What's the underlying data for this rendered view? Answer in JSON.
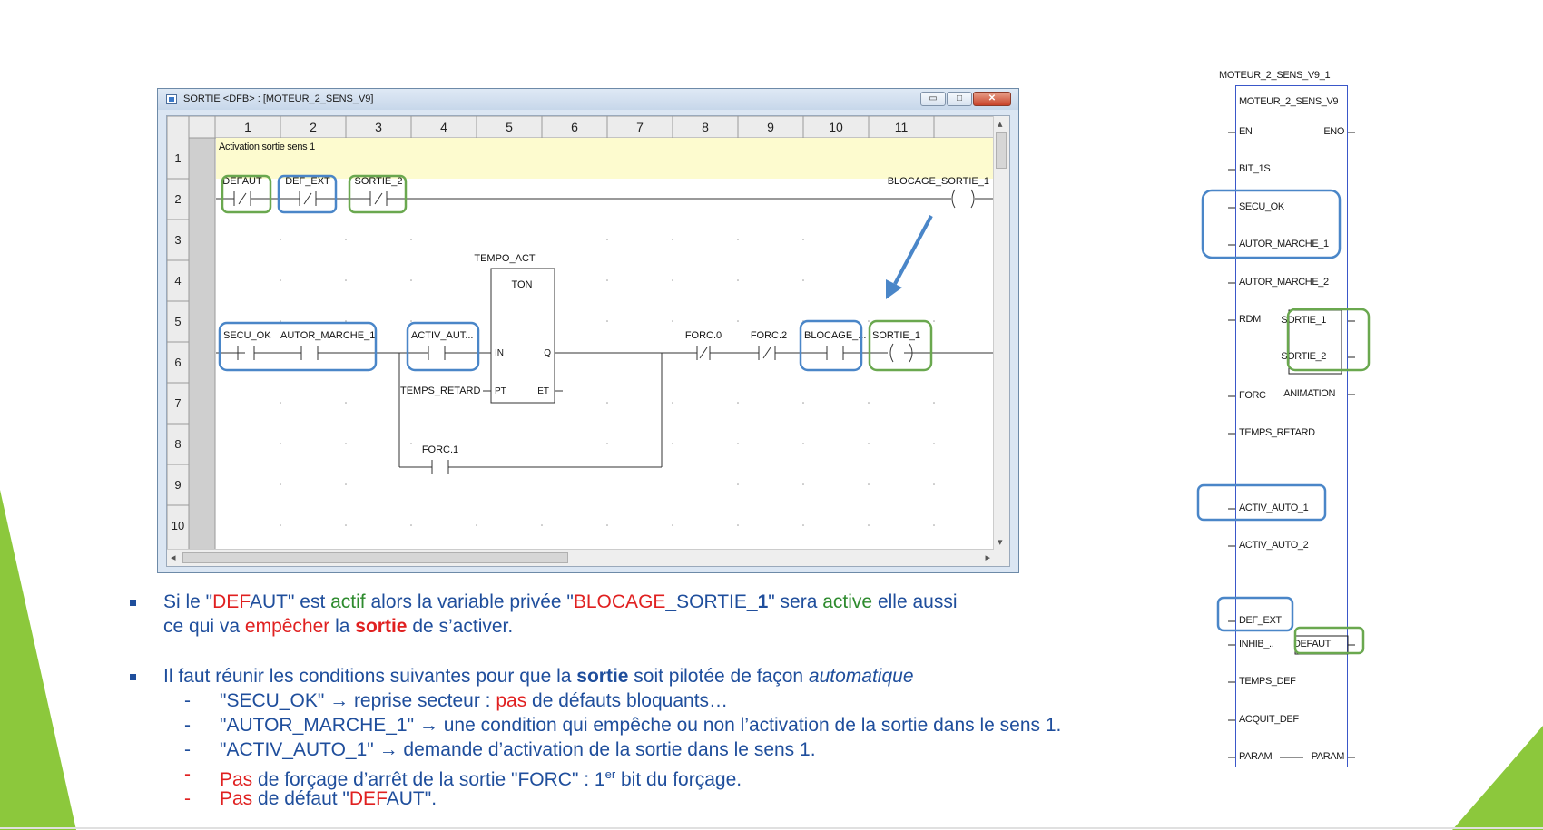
{
  "window": {
    "title": "SORTIE <DFB> : [MOTEUR_2_SENS_V9]",
    "buttons": {
      "minimize": "▭",
      "maximize": "□",
      "close": "✕"
    }
  },
  "grid": {
    "columns": [
      "1",
      "2",
      "3",
      "4",
      "5",
      "6",
      "7",
      "8",
      "9",
      "10",
      "11"
    ],
    "rows": [
      "1",
      "2",
      "3",
      "4",
      "5",
      "6",
      "7",
      "8",
      "9",
      "10"
    ]
  },
  "ladder": {
    "comment": "Activation sortie sens 1",
    "rung2": {
      "contacts": [
        "DEFAUT",
        "DEF_EXT",
        "SORTIE_2"
      ],
      "coil": "BLOCAGE_SORTIE_1"
    },
    "rung6": {
      "contacts": [
        "SECU_OK",
        "AUTOR_MARCHE_1",
        "ACTIV_AUT..."
      ],
      "timer": {
        "name": "TEMPO_ACT",
        "type": "TON",
        "in": "IN",
        "q": "Q",
        "pt": "PT",
        "et": "ET",
        "pt_var": "TEMPS_RETARD"
      },
      "contacts_after": [
        "FORC.0",
        "FORC.2",
        "BLOCAGE_..."
      ],
      "coil": "SORTIE_1",
      "branch": "FORC.1"
    }
  },
  "fb": {
    "instance": "MOTEUR_2_SENS_V9_1",
    "type": "MOTEUR_2_SENS_V9",
    "inputs": [
      "EN",
      "BIT_1S",
      "SECU_OK",
      "AUTOR_MARCHE_1",
      "AUTOR_MARCHE_2",
      "RDM",
      "FORC",
      "TEMPS_RETARD",
      "ACTIV_AUTO_1",
      "ACTIV_AUTO_2",
      "DEF_EXT",
      "INHIB_..",
      "TEMPS_DEF",
      "ACQUIT_DEF",
      "PARAM"
    ],
    "outputs": [
      "ENO",
      "SORTIE_1",
      "SORTIE_2",
      "ANIMATION",
      "DEFAUT",
      "PARAM"
    ]
  },
  "text": {
    "b1_l1_a": "Si le \"",
    "b1_l1_b": "DEF",
    "b1_l1_c": "AUT\" est ",
    "b1_l1_d": "actif",
    "b1_l1_e": " alors la variable privée \"",
    "b1_l1_f": "BLOCAGE",
    "b1_l1_g": "_SORTIE_",
    "b1_l1_h": "1",
    "b1_l1_i": "\" sera ",
    "b1_l1_j": "active",
    "b1_l1_k": " elle aussi",
    "b1_l2_a": "ce qui va ",
    "b1_l2_b": "empêcher",
    "b1_l2_c": " la ",
    "b1_l2_d": "sortie",
    "b1_l2_e": " de s’activer.",
    "b2_a": "Il faut réunir les conditions suivantes pour que la ",
    "b2_b": "sortie",
    "b2_c": " soit pilotée de façon ",
    "b2_d": "automatique",
    "s1_a": "\"SECU_OK\" → reprise secteur : ",
    "s1_b": "pas",
    "s1_c": " de défauts bloquants…",
    "s2": "\"AUTOR_MARCHE_1\" → une condition qui empêche ou non l’activation de la sortie dans le sens 1.",
    "s3": "\"ACTIV_AUTO_1\" → demande d’activation de la sortie dans le sens 1.",
    "s4_a": "Pas",
    "s4_b": " de forçage d’arrêt de la sortie \"FORC\" : 1",
    "s4_sup": "er",
    "s4_c": " bit du forçage.",
    "s5_a": "Pas",
    "s5_b": " de défaut \"",
    "s5_c": "DEF",
    "s5_d": "AUT\".",
    "dash": "-"
  },
  "colors": {
    "blue_box": "#4a86c8",
    "green_box": "#6aa84f",
    "arrow": "#4a86c8",
    "comment_bg": "#fdfbcf",
    "text_blue": "#1f4e9c",
    "text_red": "#e02020",
    "text_green": "#2e8b2e"
  }
}
